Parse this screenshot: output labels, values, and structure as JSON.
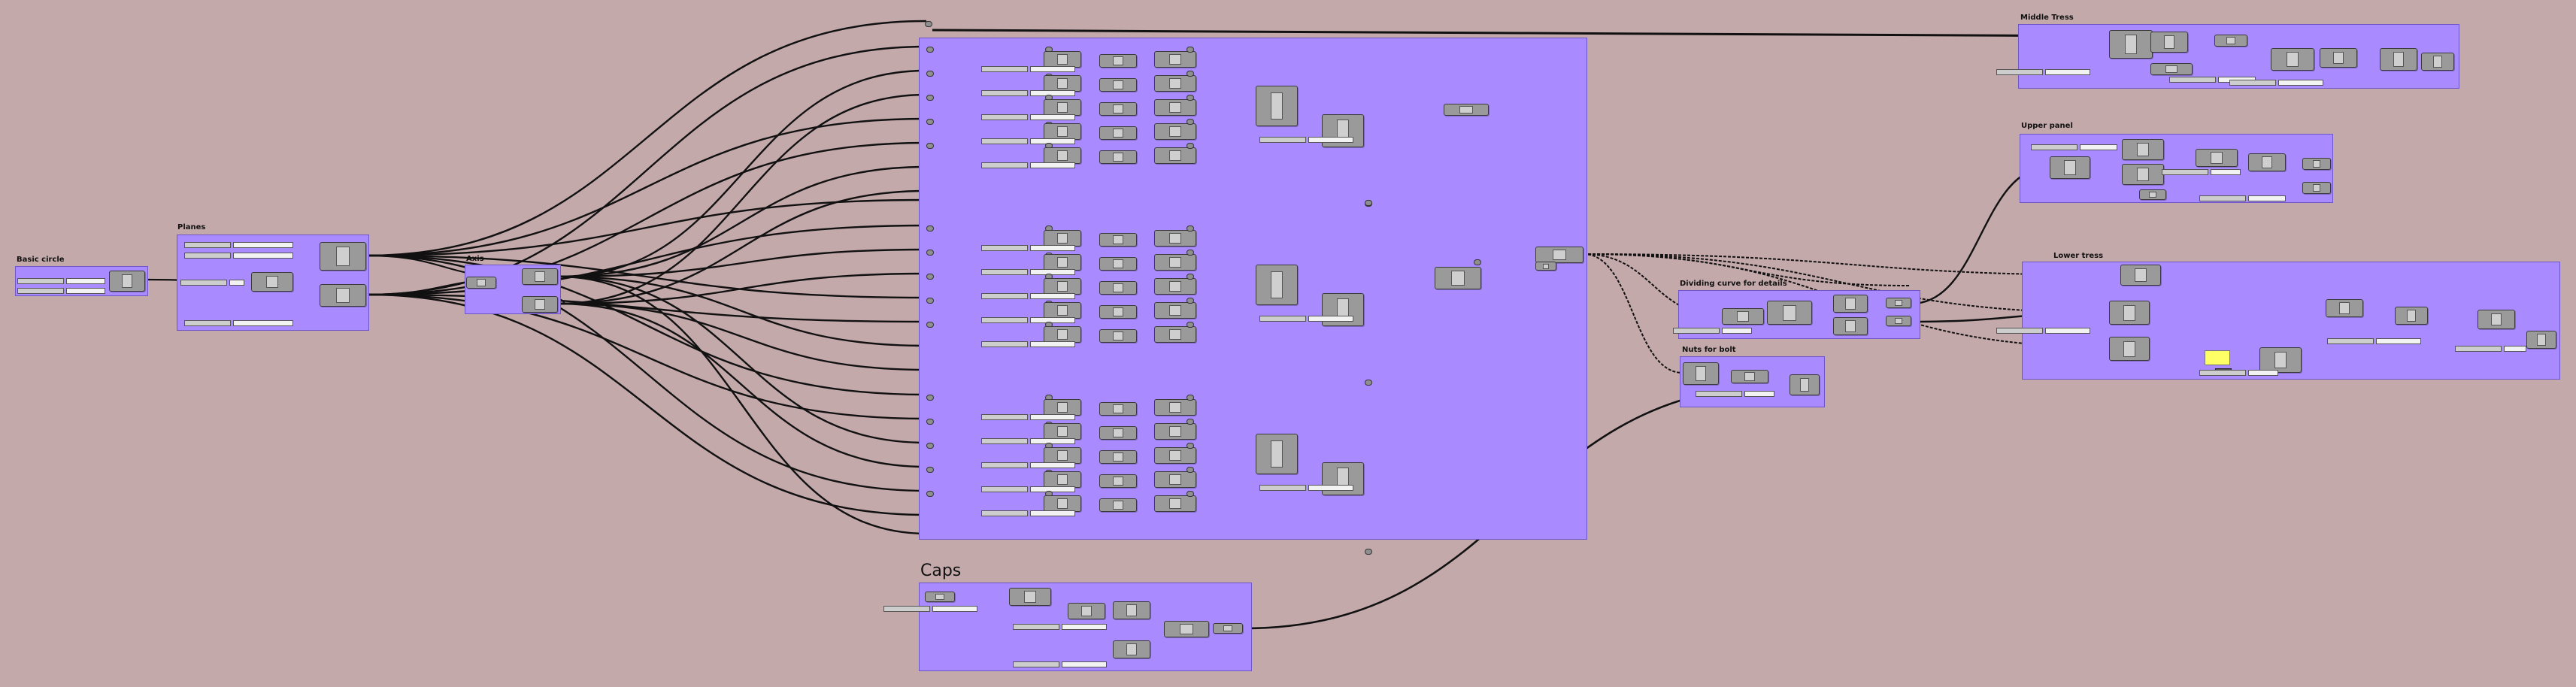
{
  "app": {
    "background_color": "#c4a9ab",
    "group_color": "#a98bff",
    "wire_color": "#111111"
  },
  "groups": [
    {
      "id": "basic-circle",
      "title": "Basic circle"
    },
    {
      "id": "planes",
      "title": "Planes"
    },
    {
      "id": "axis",
      "title": "Axis"
    },
    {
      "id": "main",
      "title": ""
    },
    {
      "id": "middle-tress",
      "title": "Middle Tress"
    },
    {
      "id": "upper-panel",
      "title": "Upper panel"
    },
    {
      "id": "lower-tress",
      "title": "Lower tress"
    },
    {
      "id": "dividing-curve",
      "title": "Dividing curve for details"
    },
    {
      "id": "nuts-for-bolt",
      "title": "Nuts for bolt"
    },
    {
      "id": "caps",
      "title": "Caps"
    }
  ]
}
